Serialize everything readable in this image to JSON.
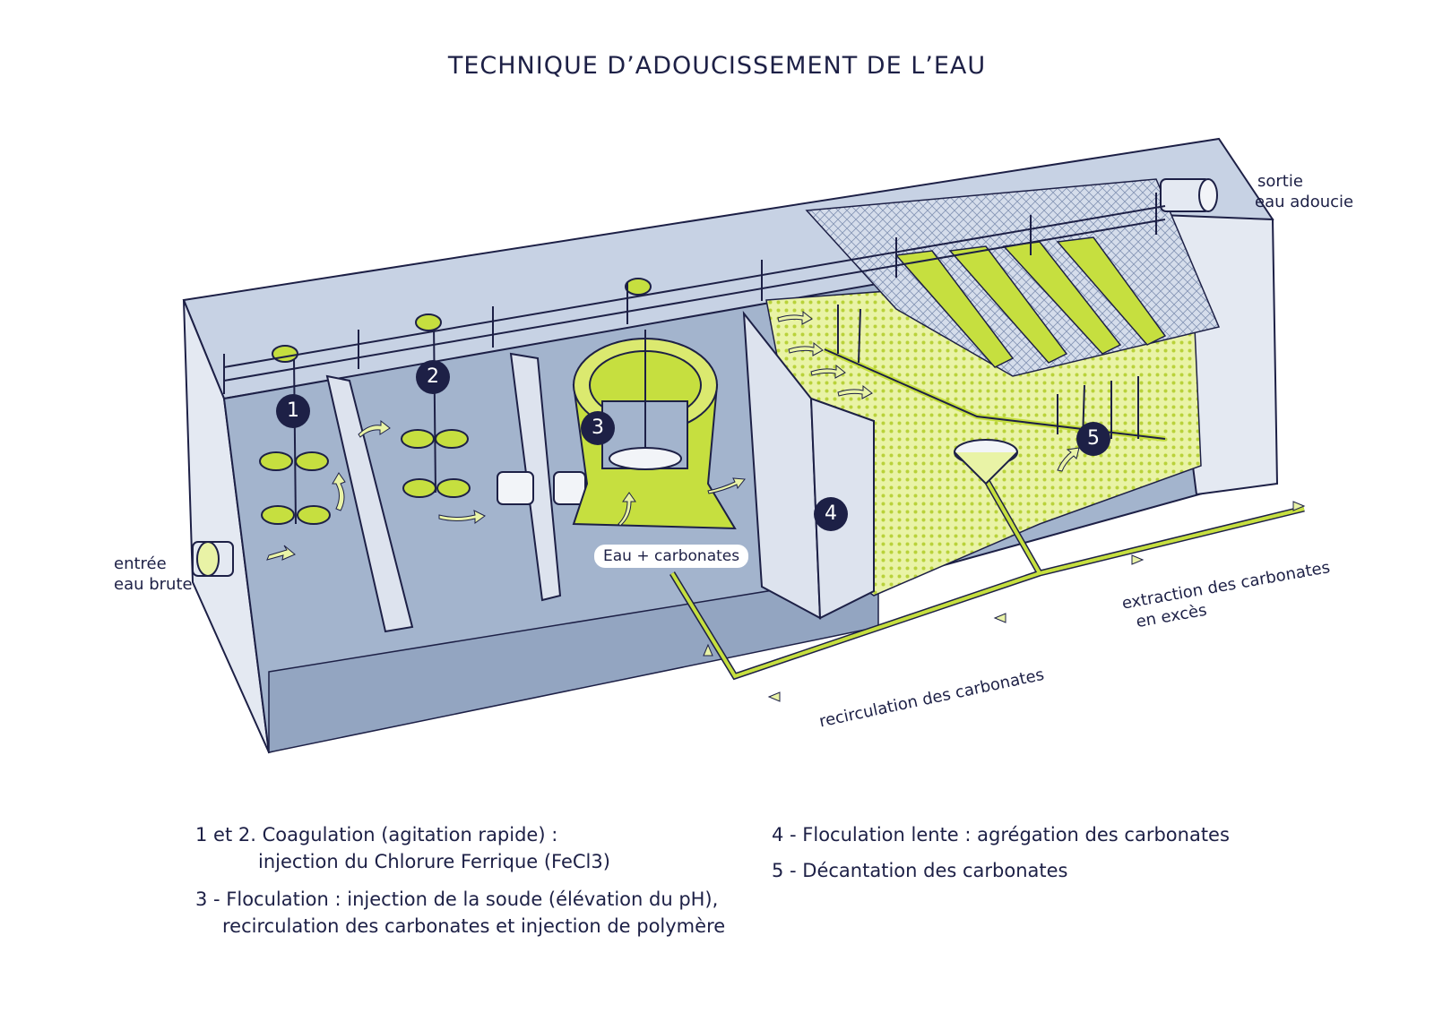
{
  "title": "TECHNIQUE D’ADOUCISSEMENT DE L’EAU",
  "labels": {
    "inlet_line1": "entrée",
    "inlet_line2": "eau brute",
    "outlet_line1": "sortie",
    "outlet_line2": "eau adoucie",
    "water_carbonates": "Eau + carbonates",
    "recirculation": "recirculation des carbonates",
    "extraction_line1": "extraction des carbonates",
    "extraction_line2": "en excès"
  },
  "markers": [
    "1",
    "2",
    "3",
    "4",
    "5"
  ],
  "legend": {
    "item12_line1": "1 et 2. Coagulation (agitation rapide) :",
    "item12_line2": "injection du Chlorure Ferrique (FeCl3)",
    "item3_line1": "3 - Floculation : injection de la soude (élévation du pH),",
    "item3_line2": "recirculation des carbonates et injection de polymère",
    "item4": "4 - Floculation lente : agrégation des carbonates",
    "item5": "5 - Décantation des carbonates"
  },
  "colors": {
    "navy": "#1d2046",
    "water": "#9fb0ca",
    "wall": "#dde3ee",
    "lime": "#c6df3f",
    "lime_light": "#e9f3a6"
  }
}
